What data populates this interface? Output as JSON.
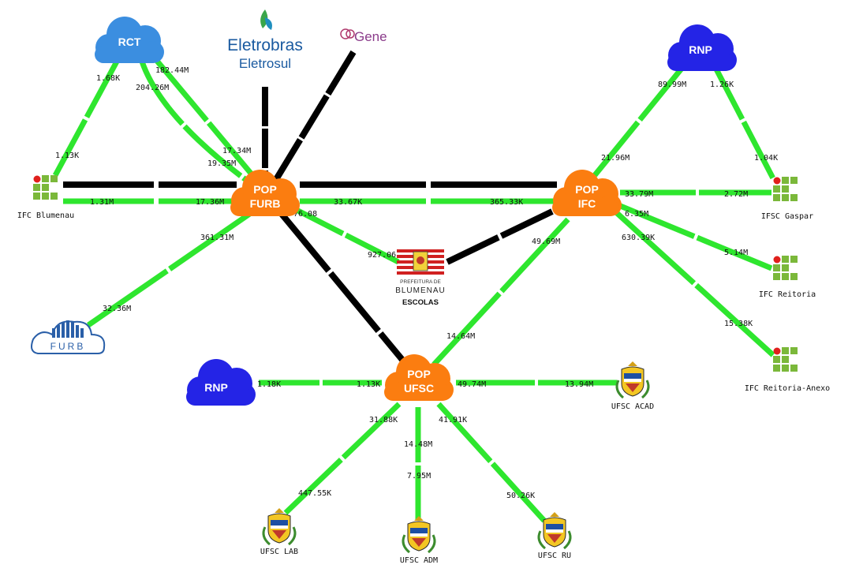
{
  "clouds": {
    "rct": "RCT",
    "rnp_ifc": "RNP",
    "rnp_ufsc": "RNP"
  },
  "pops": {
    "furb": [
      "POP",
      "FURB"
    ],
    "ifc": [
      "POP",
      "IFC"
    ],
    "ufsc": [
      "POP",
      "UFSC"
    ]
  },
  "logos": {
    "eletrobras": "Eletrobras",
    "eletrosul": "Eletrosul",
    "gene": "Gene",
    "prefeitura_line1": "PREFEITURA DE",
    "prefeitura_line2": "BLUMENAU",
    "escolas": "ESCOLAS",
    "furb": "FURB"
  },
  "nodes": {
    "ifc_blumenau": "IFC Blumenau",
    "ifsc_gaspar": "IFSC Gaspar",
    "ifc_reitoria": "IFC Reitoria",
    "ifc_reitoria_anexo": "IFC Reitoria-Anexo",
    "ufsc_acad": "UFSC ACAD",
    "ufsc_lab": "UFSC LAB",
    "ufsc_adm": "UFSC ADM",
    "ufsc_ru": "UFSC RU"
  },
  "link_labels": {
    "rct_ifc_a": "1.68K",
    "rct_ifc_b": "1.13K",
    "rct_furb1_a": "204.26M",
    "rct_furb1_b": "19.35M",
    "rct_furb2_a": "182.44M",
    "rct_furb2_b": "17.34M",
    "ifcblu_furb_a": "1.31M",
    "ifcblu_furb_b": "17.36M",
    "furb_ifc_a": "33.67K",
    "furb_ifc_b": "365.33K",
    "furb_pref_a": "76.08",
    "furb_pref_b": "927.06",
    "furb_furbcampus_a": "361.31M",
    "furb_furbcampus_b": "32.36M",
    "rnp_ifc_a": "89.99M",
    "rnp_ifc_b": "21.96M",
    "rnp_gaspar_a": "1.26K",
    "rnp_gaspar_b": "1.04K",
    "ifc_gaspar_a": "33.79M",
    "ifc_gaspar_b": "2.72M",
    "ifc_reitoria_a": "6.35M",
    "ifc_reitoria_b": "5.14M",
    "ifc_anexo_a": "630.39K",
    "ifc_anexo_b": "15.38K",
    "ifc_ufsc_a": "49.69M",
    "ifc_ufsc_b": "14.64M",
    "rnp_ufsc_a": "1.18K",
    "rnp_ufsc_b": "1.13K",
    "ufsc_acad_a": "49.74M",
    "ufsc_acad_b": "13.94M",
    "ufsc_lab_a": "31.88K",
    "ufsc_lab_b": "447.55K",
    "ufsc_adm_a": "14.48M",
    "ufsc_adm_b": "7.95M",
    "ufsc_ru_a": "41.91K",
    "ufsc_ru_b": "50.26K"
  },
  "colors": {
    "link_green": "#2ee62e",
    "link_black": "#000000",
    "pop_orange": "#fb7d10",
    "cloud_blue_rct": "#3b8ee0",
    "cloud_blue_rnp": "#2424e6",
    "ifc_green": "#7bb83a",
    "ifc_red": "#e0201c"
  }
}
